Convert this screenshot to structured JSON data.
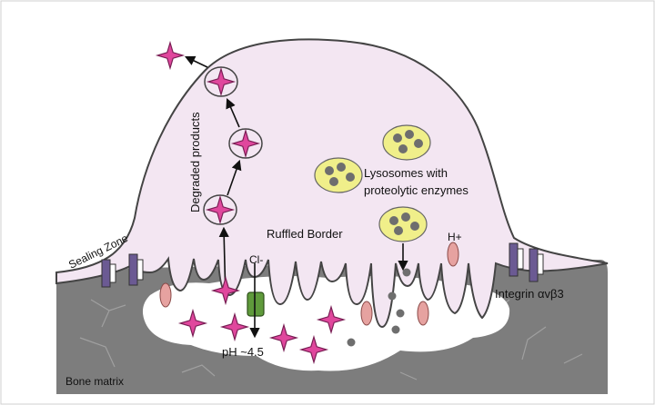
{
  "labels": {
    "sealing_zone": "Sealing Zone",
    "degraded_products": "Degraded products",
    "ruffled_border": "Ruffled Border",
    "lysosomes_line1": "Lysosomes with",
    "lysosomes_line2": "proteolytic enzymes",
    "chloride": "Cl-",
    "proton": "H+",
    "ph": "pH ~4.5",
    "integrin": "Integrin αvβ3",
    "bone_matrix": "Bone matrix"
  },
  "colors": {
    "cell_fill": "#f3e6f2",
    "bone": "#7d7d7d",
    "lacuna": "#ffffff",
    "star": "#e0479d",
    "lysosome": "#f0ef8a",
    "granule": "#6e6e6e",
    "pump": "#e6a2a0",
    "channel": "#5f9a3b",
    "integrin_purple": "#6b5a93"
  }
}
